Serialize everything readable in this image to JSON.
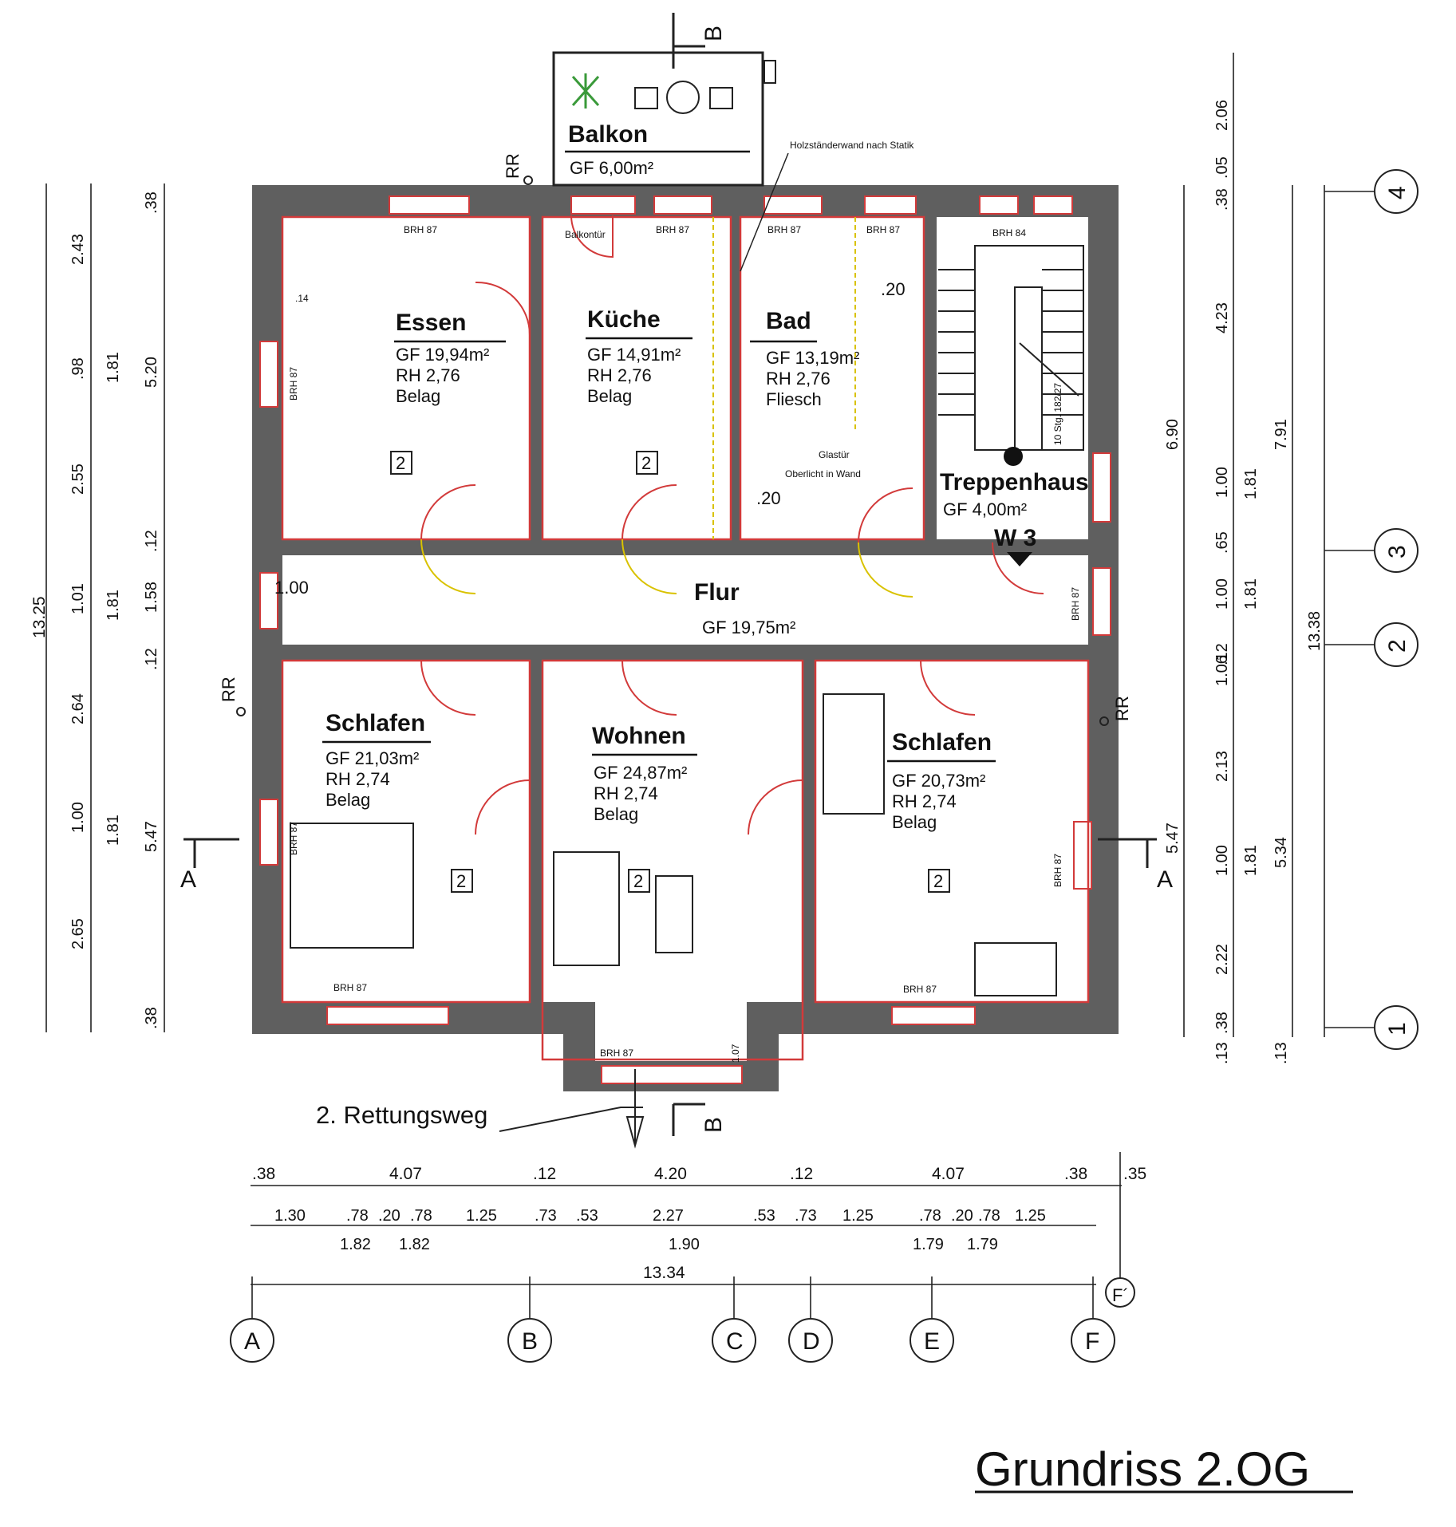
{
  "title": "Grundriss 2.OG",
  "rooms": {
    "essen": {
      "name": "Essen",
      "gf": "GF  19,94m²",
      "rh": "RH  2,76",
      "belag": "Belag"
    },
    "kueche": {
      "name": "Küche",
      "gf": "GF  14,91m²",
      "rh": "RH  2,76",
      "belag": "Belag"
    },
    "bad": {
      "name": "Bad",
      "gf": "GF  13,19m²",
      "rh": "RH  2,76",
      "belag": "Fliesch"
    },
    "treppenhaus": {
      "name": "Treppenhaus",
      "gf": "GF  4,00m²",
      "code": "W 3"
    },
    "flur": {
      "name": "Flur",
      "gf": "GF  19,75m²"
    },
    "schlafen_left": {
      "name": "Schlafen",
      "gf": "GF  21,03m²",
      "rh": "RH  2,74",
      "belag": "Belag"
    },
    "wohnen": {
      "name": "Wohnen",
      "gf": "GF  24,87m²",
      "rh": "RH  2,74",
      "belag": "Belag"
    },
    "schlafen_right": {
      "name": "Schlafen",
      "gf": "GF  20,73m²",
      "rh": "RH  2,74",
      "belag": "Belag"
    },
    "balkon": {
      "name": "Balkon",
      "gf": "GF  6,00m²"
    }
  },
  "annotations": {
    "balkontuer": "Balkontür",
    "holzstaender": "Holzständerwand nach Statik",
    "glastuer": "Glastür",
    "oberlicht": "Oberlicht in Wand",
    "stufen": "10 Stg. 182/27",
    "rettungsweg": "2. Rettungsweg",
    "rr": "RR",
    "room_code": "2",
    "dim_100": "1.00",
    "dim_20": ".20",
    "dim_14": ".14",
    "dim_107": "1.07",
    "brh_87": "BRH 87",
    "brh_84": "BRH 84"
  },
  "sections": {
    "a": "A",
    "b": "B"
  },
  "axes_horizontal": [
    "A",
    "B",
    "C",
    "D",
    "E",
    "F",
    "F´"
  ],
  "axes_vertical": [
    "1",
    "2",
    "3",
    "4"
  ],
  "dims": {
    "bottom_row1": [
      ".38",
      "4.07",
      ".12",
      "4.20",
      ".12",
      "4.07",
      ".38",
      ".35"
    ],
    "bottom_row2": [
      "1.30",
      ".78",
      ".20",
      ".78",
      "1.25",
      ".73",
      ".53",
      "2.27",
      ".53",
      ".73",
      "1.25",
      ".78",
      ".20",
      ".78",
      "1.25"
    ],
    "bottom_row2b": [
      "1.82",
      "1.82",
      "1.90",
      "1.79",
      "1.79"
    ],
    "bottom_total": "13.34",
    "left_total": "13.25",
    "left_col1": [
      "2.43",
      ".98",
      "2.55",
      "1.01",
      "2.64",
      "1.00",
      "2.65"
    ],
    "left_col2": [
      "1.81",
      "1.81",
      "1.81"
    ],
    "left_col3": [
      ".38",
      "5.20",
      ".12",
      "1.58",
      ".12",
      "5.47",
      ".38"
    ],
    "right_col1": [
      ".38",
      ".05",
      "2.06",
      "4.23",
      "1.00",
      ".65",
      "1.00",
      ".12",
      "1.06",
      "2.13",
      "1.00",
      "2.22",
      ".38",
      ".13"
    ],
    "right_col2": [
      "6.90",
      "1.81",
      "1.81",
      "5.47",
      "1.81"
    ],
    "right_col3": [
      "7.91",
      "13.38",
      "5.34",
      ".13"
    ]
  }
}
